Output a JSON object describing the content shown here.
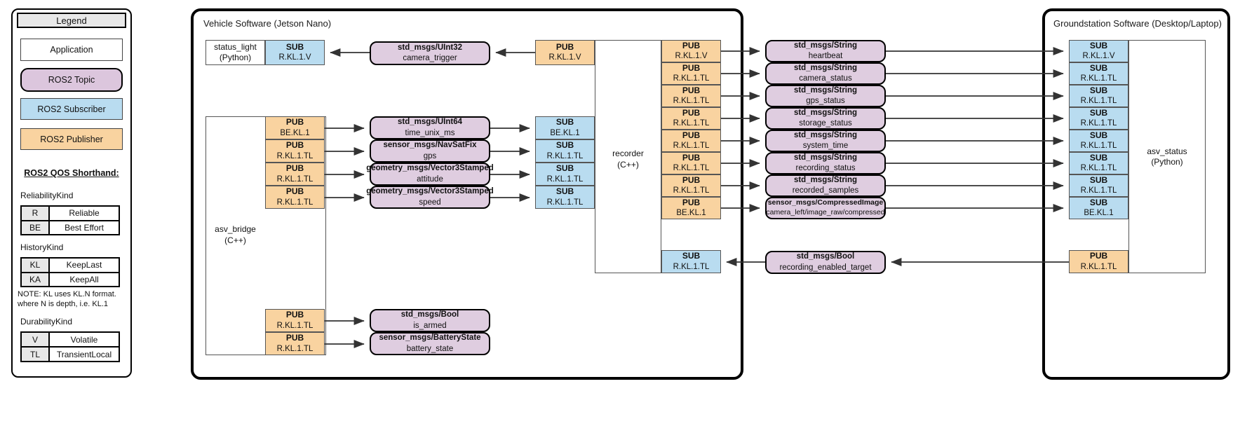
{
  "legend": {
    "header": "Legend",
    "items": [
      {
        "label": "Application",
        "kind": "application"
      },
      {
        "label": "ROS2 Topic",
        "kind": "topic"
      },
      {
        "label": "ROS2 Subscriber",
        "kind": "subscriber"
      },
      {
        "label": "ROS2 Publisher",
        "kind": "publisher"
      }
    ],
    "shorthand_title": "ROS2 QOS Shorthand:",
    "reliability_label": "ReliabilityKind",
    "reliability_rows": [
      {
        "code": "R",
        "name": "Reliable"
      },
      {
        "code": "BE",
        "name": "Best Effort"
      }
    ],
    "history_label": "HistoryKind",
    "history_rows": [
      {
        "code": "KL",
        "name": "KeepLast"
      },
      {
        "code": "KA",
        "name": "KeepAll"
      }
    ],
    "note": "NOTE: KL uses KL.N format. where N is depth, i.e. KL.1",
    "durability_label": "DurabilityKind",
    "durability_rows": [
      {
        "code": "V",
        "name": "Volatile"
      },
      {
        "code": "TL",
        "name": "TransientLocal"
      }
    ]
  },
  "vehicle": {
    "title": "Vehicle Software (Jetson Nano)",
    "status_light": {
      "name": "status_light",
      "lang": "(Python)"
    },
    "status_light_sub": {
      "kind": "SUB",
      "qos": "R.KL.1.V"
    },
    "camera_trigger_topic": {
      "type": "std_msgs/UInt32",
      "name": "camera_trigger"
    },
    "asv_bridge": {
      "name": "asv_bridge",
      "lang": "(C++)"
    },
    "asv_bridge_pubs": [
      {
        "kind": "PUB",
        "qos": "BE.KL.1"
      },
      {
        "kind": "PUB",
        "qos": "R.KL.1.TL"
      },
      {
        "kind": "PUB",
        "qos": "R.KL.1.TL"
      },
      {
        "kind": "PUB",
        "qos": "R.KL.1.TL"
      }
    ],
    "bridge_topics": [
      {
        "type": "std_msgs/UInt64",
        "name": "time_unix_ms"
      },
      {
        "type": "sensor_msgs/NavSatFix",
        "name": "gps"
      },
      {
        "type": "geometry_msgs/Vector3Stamped",
        "name": "attitude"
      },
      {
        "type": "geometry_msgs/Vector3Stamped",
        "name": "speed"
      }
    ],
    "recorder_subs": [
      {
        "kind": "SUB",
        "qos": "BE.KL.1"
      },
      {
        "kind": "SUB",
        "qos": "R.KL.1.TL"
      },
      {
        "kind": "SUB",
        "qos": "R.KL.1.TL"
      },
      {
        "kind": "SUB",
        "qos": "R.KL.1.TL"
      }
    ],
    "recorder": {
      "name": "recorder",
      "lang": "(C++)"
    },
    "recorder_pubs": [
      {
        "kind": "PUB",
        "qos": "R.KL.1.V"
      },
      {
        "kind": "PUB",
        "qos": "R.KL.1.TL"
      },
      {
        "kind": "PUB",
        "qos": "R.KL.1.TL"
      },
      {
        "kind": "PUB",
        "qos": "R.KL.1.TL"
      },
      {
        "kind": "PUB",
        "qos": "R.KL.1.TL"
      },
      {
        "kind": "PUB",
        "qos": "R.KL.1.TL"
      },
      {
        "kind": "PUB",
        "qos": "R.KL.1.TL"
      },
      {
        "kind": "PUB",
        "qos": "BE.KL.1"
      }
    ],
    "camera_trigger_pub": {
      "kind": "PUB",
      "qos": "R.KL.1.V"
    },
    "recorder_cmd_sub": {
      "kind": "SUB",
      "qos": "R.KL.1.TL"
    },
    "bridge_bottom_pubs": [
      {
        "kind": "PUB",
        "qos": "R.KL.1.TL"
      },
      {
        "kind": "PUB",
        "qos": "R.KL.1.TL"
      }
    ],
    "bridge_bottom_topics": [
      {
        "type": "std_msgs/Bool",
        "name": "is_armed"
      },
      {
        "type": "sensor_msgs/BatteryState",
        "name": "battery_state"
      }
    ]
  },
  "telemetry_topics": [
    {
      "type": "std_msgs/String",
      "name": "heartbeat"
    },
    {
      "type": "std_msgs/String",
      "name": "camera_status"
    },
    {
      "type": "std_msgs/String",
      "name": "gps_status"
    },
    {
      "type": "std_msgs/String",
      "name": "storage_status"
    },
    {
      "type": "std_msgs/String",
      "name": "system_time"
    },
    {
      "type": "std_msgs/String",
      "name": "recording_status"
    },
    {
      "type": "std_msgs/String",
      "name": "recorded_samples"
    },
    {
      "type": "sensor_msgs/CompressedImage",
      "name": "camera_left/image_raw/compressed"
    }
  ],
  "command_topic": {
    "type": "std_msgs/Bool",
    "name": "recording_enabled_target"
  },
  "groundstation": {
    "title": "Groundstation Software (Desktop/Laptop)",
    "subs": [
      {
        "kind": "SUB",
        "qos": "R.KL.1.V"
      },
      {
        "kind": "SUB",
        "qos": "R.KL.1.TL"
      },
      {
        "kind": "SUB",
        "qos": "R.KL.1.TL"
      },
      {
        "kind": "SUB",
        "qos": "R.KL.1.TL"
      },
      {
        "kind": "SUB",
        "qos": "R.KL.1.TL"
      },
      {
        "kind": "SUB",
        "qos": "R.KL.1.TL"
      },
      {
        "kind": "SUB",
        "qos": "R.KL.1.TL"
      },
      {
        "kind": "SUB",
        "qos": "BE.KL.1"
      }
    ],
    "pub": {
      "kind": "PUB",
      "qos": "R.KL.1.TL"
    },
    "app": {
      "name": "asv_status",
      "lang": "(Python)"
    }
  },
  "colors": {
    "publisher": "#f9d3a0",
    "subscriber": "#b9dcf0",
    "topic": "#dfcde0",
    "application": "#ffffff",
    "outline": "#000000"
  }
}
